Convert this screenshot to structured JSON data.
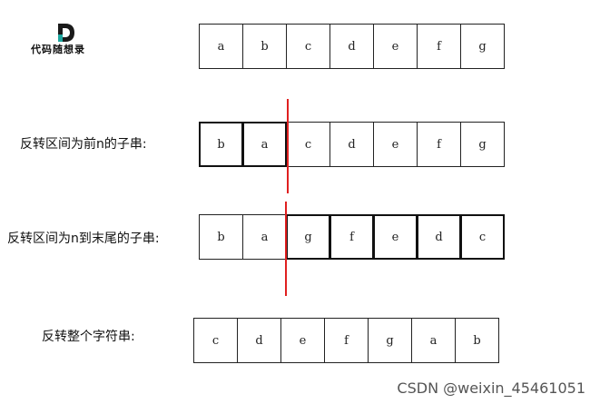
{
  "logo": {
    "text": "代码随想录",
    "mark_colors": {
      "dark": "#1a1a1a",
      "accent": "#1fa7a0"
    }
  },
  "rows": [
    {
      "label": "",
      "cells": [
        "a",
        "b",
        "c",
        "d",
        "e",
        "f",
        "g"
      ]
    },
    {
      "label": "反转区间为前n的子串:",
      "cells": [
        "b",
        "a",
        "c",
        "d",
        "e",
        "f",
        "g"
      ]
    },
    {
      "label": "反转区间为n到末尾的子串:",
      "cells": [
        "b",
        "a",
        "g",
        "f",
        "e",
        "d",
        "c"
      ]
    },
    {
      "label": "反转整个字符串:",
      "cells": [
        "c",
        "d",
        "e",
        "f",
        "g",
        "a",
        "b"
      ]
    }
  ],
  "split_color": "#e02020",
  "watermark": "CSDN @weixin_45461051"
}
